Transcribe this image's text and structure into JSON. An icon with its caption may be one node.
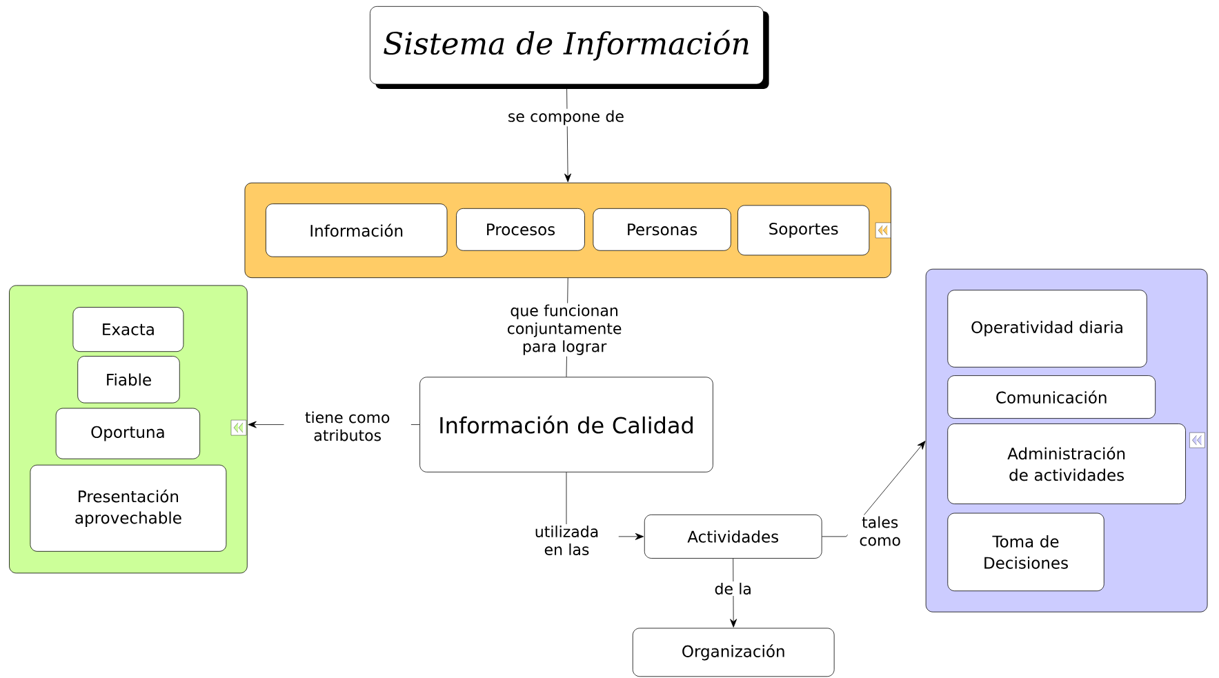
{
  "diagram": {
    "nodes": [
      {
        "text": [
          "Sistema de Información"
        ]
      },
      {
        "text": [],
        "shape": "box"
      },
      {
        "text": [
          "Información"
        ],
        "in": 1
      },
      {
        "text": [
          "Procesos"
        ],
        "in": 1
      },
      {
        "text": [
          "Personas"
        ],
        "in": 1
      },
      {
        "text": [
          "Soportes"
        ],
        "in": 1
      },
      {
        "text": [],
        "shape": "box"
      },
      {
        "text": [
          "Exacta"
        ],
        "in": 6
      },
      {
        "text": [
          "Fiable"
        ],
        "in": 6
      },
      {
        "text": [
          "Oportuna"
        ],
        "in": 6
      },
      {
        "text": [
          "Presentación aprovechable"
        ],
        "in": 6
      },
      {
        "text": [
          "Información de Calidad"
        ]
      },
      {
        "text": [
          "Actividades"
        ]
      },
      {
        "text": [],
        "shape": "box"
      },
      {
        "text": [
          "Operatividad diaria"
        ],
        "in": 13
      },
      {
        "text": [
          "Comunicación"
        ],
        "in": 13
      },
      {
        "text": [
          "Administración de actividades"
        ],
        "in": 13
      },
      {
        "text": [
          "Toma de Decisiones"
        ],
        "in": 13
      },
      {
        "text": [
          "Organización"
        ]
      }
    ],
    "edges": [
      {
        "from": 0,
        "to": 1,
        "arrow": "to",
        "label": "se compone de"
      },
      {
        "from": 1,
        "to": 11,
        "arrow": "none",
        "label": "que funcionan conjuntamente para lograr"
      },
      {
        "from": 11,
        "to": 6,
        "arrow": "to",
        "label": "tiene como atributos"
      },
      {
        "from": 11,
        "to": 12,
        "arrow": "to",
        "label": "utilizada en las"
      },
      {
        "from": 12,
        "to": 13,
        "arrow": "to",
        "label": "tales como"
      },
      {
        "from": 12,
        "to": 18,
        "arrow": "to",
        "label": "de la"
      }
    ]
  }
}
